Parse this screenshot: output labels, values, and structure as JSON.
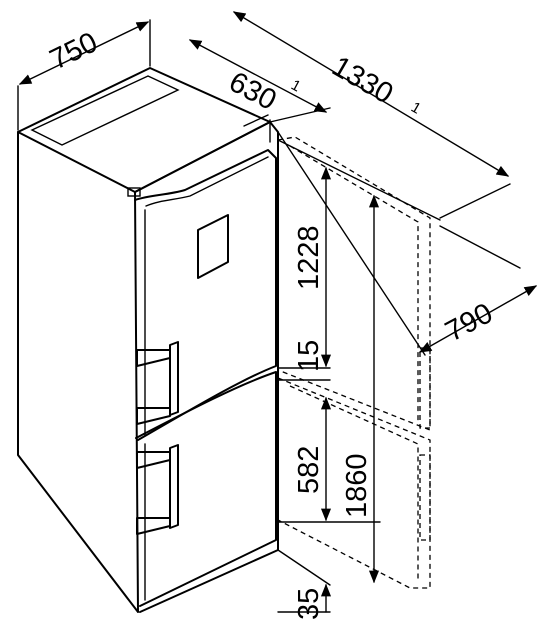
{
  "dimensions": {
    "width": "750",
    "depth": "630",
    "depth_sup": "1",
    "depth_open": "1330",
    "depth_open_sup": "1",
    "door_swing": "790",
    "freezer_door": "1228",
    "gap": "15",
    "fridge_door": "582",
    "total_height": "1860",
    "bottom_clearance": "35"
  }
}
